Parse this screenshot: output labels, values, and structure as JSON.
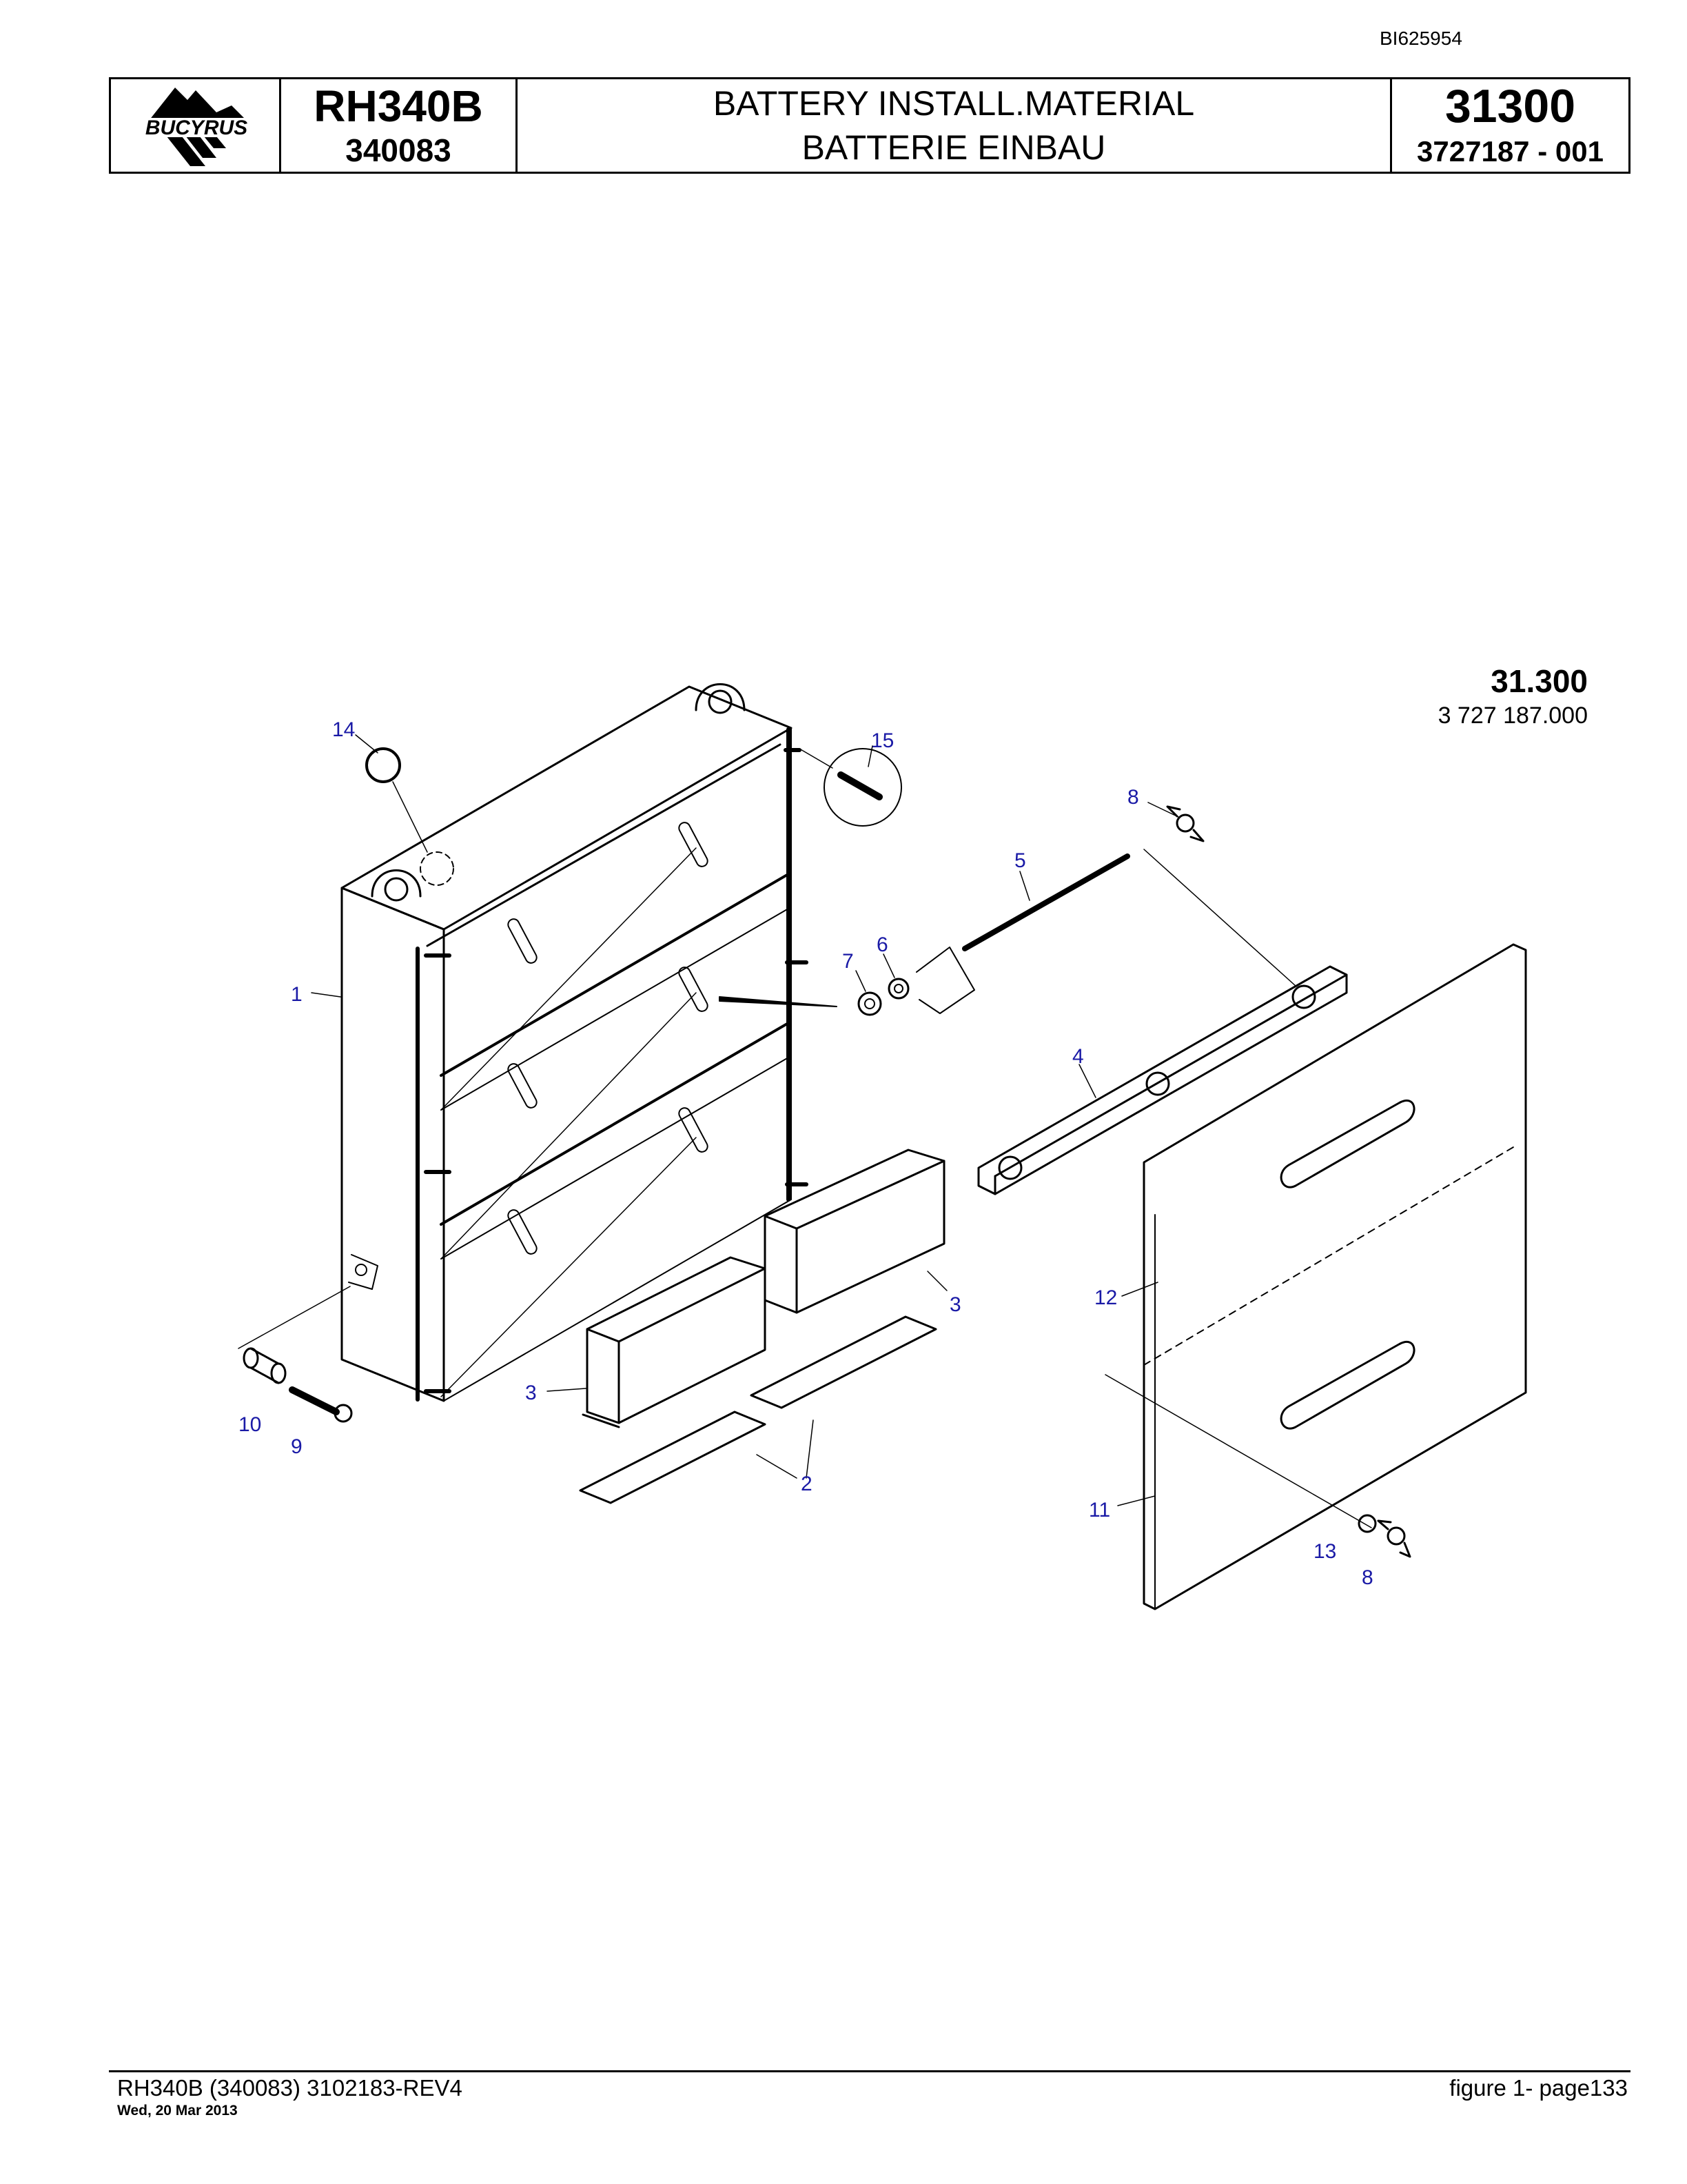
{
  "document_id": "BI625954",
  "header": {
    "logo_text": "BUCYRUS",
    "model": "RH340B",
    "serial": "340083",
    "title_en": "BATTERY INSTALL.MATERIAL",
    "title_de": "BATTERIE EINBAU",
    "group_number": "31300",
    "group_part": "3727187  - 001"
  },
  "figure": {
    "code": "31.300",
    "part_number": "3 727 187.000",
    "callouts": [
      "14",
      "15",
      "8",
      "5",
      "7",
      "6",
      "1",
      "4",
      "3",
      "3",
      "12",
      "10",
      "9",
      "2",
      "11",
      "13",
      "8"
    ]
  },
  "footer": {
    "left": "RH340B (340083) 3102183-REV4",
    "date": "Wed, 20 Mar 2013",
    "right": "figure  1- page133"
  },
  "colors": {
    "callout": "#1a1aa6",
    "line": "#000000"
  }
}
